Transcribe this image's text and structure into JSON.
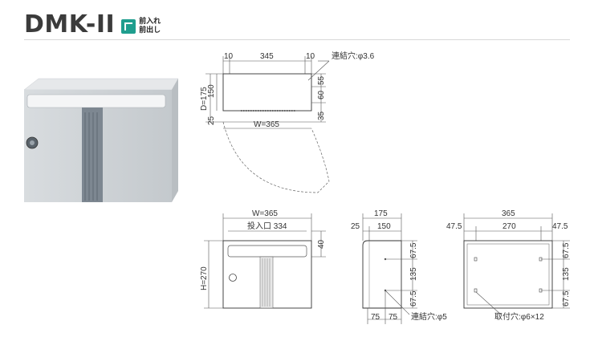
{
  "header": {
    "title": "DMK-II",
    "badge_icon": "front-load-icon",
    "badge_line1": "前入れ",
    "badge_line2": "前出し",
    "accent_color": "#1f9e8e"
  },
  "side_view": {
    "top_left": "10",
    "top_mid": "345",
    "top_right": "10",
    "hole_label": "連結穴:φ3.6",
    "depth": "D=175",
    "d150": "150",
    "d25": "25",
    "r55": "55",
    "r60": "60",
    "r35": "35",
    "width": "W=365"
  },
  "front_view": {
    "width": "W=365",
    "slot": "投入口 334",
    "right40": "40",
    "height": "H=270"
  },
  "profile_view": {
    "total": "175",
    "left25": "25",
    "mid150": "150",
    "v1": "67.5",
    "v2": "135",
    "v3": "67.5",
    "b1": "75",
    "b2": "75",
    "hole_label": "連結穴:φ5"
  },
  "back_view": {
    "total": "365",
    "left": "47.5",
    "mid": "270",
    "right": "47.5",
    "v1": "67.5",
    "v2": "135",
    "v3": "67.5",
    "hole_label": "取付穴:φ6×12"
  }
}
